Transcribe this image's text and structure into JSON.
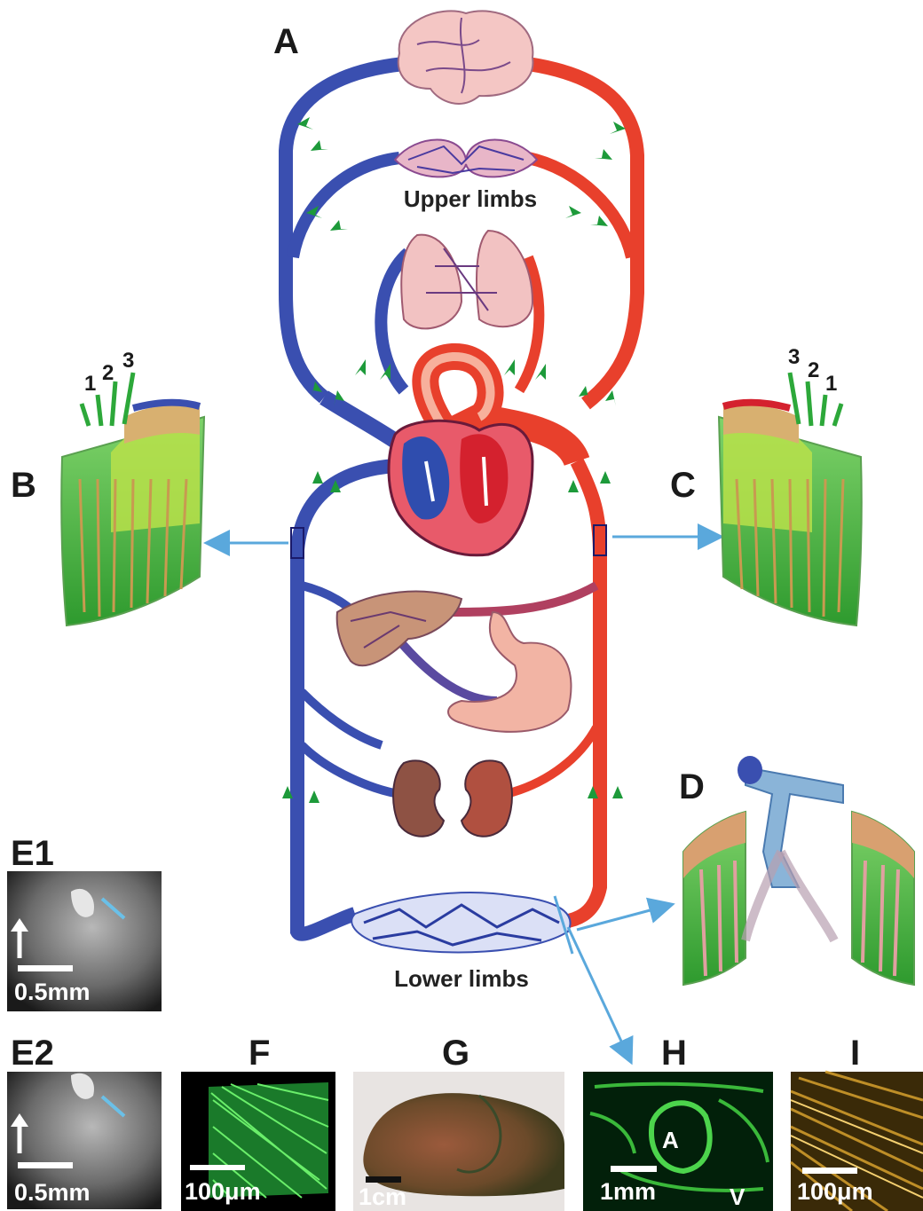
{
  "panels": {
    "A": "A",
    "B": "B",
    "C": "C",
    "D": "D",
    "E1": "E1",
    "E2": "E2",
    "F": "F",
    "G": "G",
    "H": "H",
    "I": "I"
  },
  "organs": {
    "upper_limbs": "Upper limbs",
    "lower_limbs": "Lower limbs"
  },
  "layers_b": [
    "1",
    "2",
    "3"
  ],
  "layers_c": [
    "3",
    "2",
    "1"
  ],
  "scale_bars": {
    "E1": "0.5mm",
    "E2": "0.5mm",
    "F": "100μm",
    "G": "1cm",
    "H": "1mm",
    "I": "100μm"
  },
  "h_labels": {
    "artery": "A",
    "vein": "V"
  },
  "colors": {
    "artery": "#e8402c",
    "vein": "#3a4fb0",
    "flow_arrow": "#1d9a3a",
    "pointer": "#5aa8dc"
  }
}
